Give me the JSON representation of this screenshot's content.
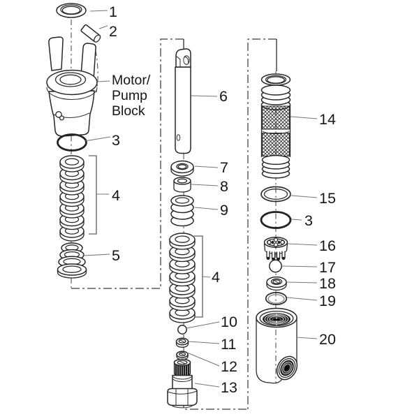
{
  "diagram": {
    "type": "exploded-parts-diagram",
    "block_label": {
      "line1": "Motor/",
      "line2": "Pump",
      "line3": "Block"
    },
    "callouts": {
      "item1": "1",
      "item2": "2",
      "item3_left": "3",
      "item4_left": "4",
      "item5": "5",
      "item6": "6",
      "item7": "7",
      "item8": "8",
      "item9": "9",
      "item4_middle": "4",
      "item10": "10",
      "item11": "11",
      "item12": "12",
      "item13": "13",
      "item14": "14",
      "item15": "15",
      "item3_right": "3",
      "item16": "16",
      "item17": "17",
      "item18": "18",
      "item19": "19",
      "item20": "20"
    },
    "colors": {
      "background": "#ffffff",
      "line": "#262626",
      "leader": "#767676",
      "text": "#161616"
    }
  }
}
